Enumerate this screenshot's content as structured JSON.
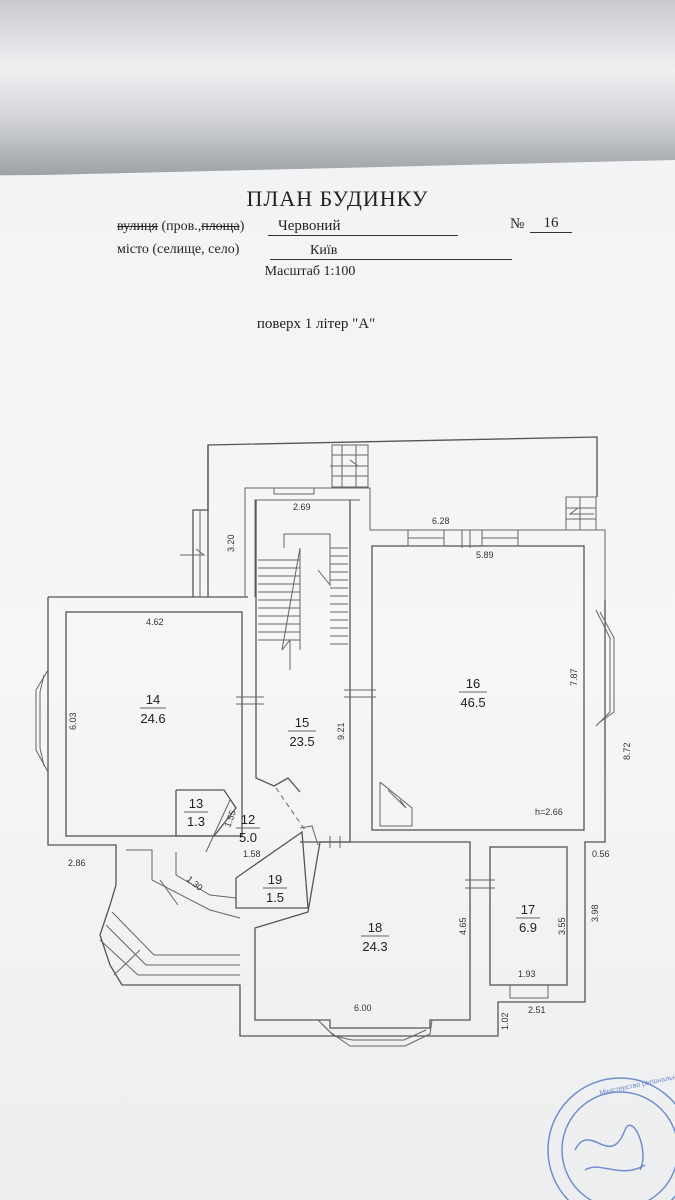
{
  "header": {
    "title": "ПЛАН БУДИНКУ",
    "street_label_strike1": "вулиця",
    "street_label_mid": " (пров.,",
    "street_label_strike2": "площа",
    "street_label_end": ")",
    "street_value": "Червоний",
    "number_label": "№",
    "number_value": "16",
    "city_label": "місто (селище, село)",
    "city_value": "Київ",
    "scale": "Масштаб 1:100",
    "floor": "поверх 1 літер \"А\""
  },
  "rooms": [
    {
      "id": "14",
      "area": "24.6"
    },
    {
      "id": "15",
      "area": "23.5"
    },
    {
      "id": "16",
      "area": "46.5"
    },
    {
      "id": "13",
      "area": "1.3"
    },
    {
      "id": "12",
      "area": "5.0"
    },
    {
      "id": "19",
      "area": "1.5"
    },
    {
      "id": "18",
      "area": "24.3"
    },
    {
      "id": "17",
      "area": "6.9"
    }
  ],
  "dimensions": {
    "d_269": "2.69",
    "d_320": "3.20",
    "d_628": "6.28",
    "d_589": "5.89",
    "d_462": "4.62",
    "d_603": "6.03",
    "d_921": "9.21",
    "d_787": "7.87",
    "d_872": "8.72",
    "d_h": "h=2.66",
    "d_155": "1.55",
    "d_158": "1.58",
    "d_130": "1.30",
    "d_286": "2.86",
    "d_056": "0.56",
    "d_465": "4.65",
    "d_355": "3.55",
    "d_398": "3.98",
    "d_193": "1.93",
    "d_251": "2.51",
    "d_102": "1.02",
    "d_600": "6.00"
  },
  "colors": {
    "paper": "#f4f5f6",
    "lines": "#555555",
    "stamp": "#5b7dc8"
  }
}
